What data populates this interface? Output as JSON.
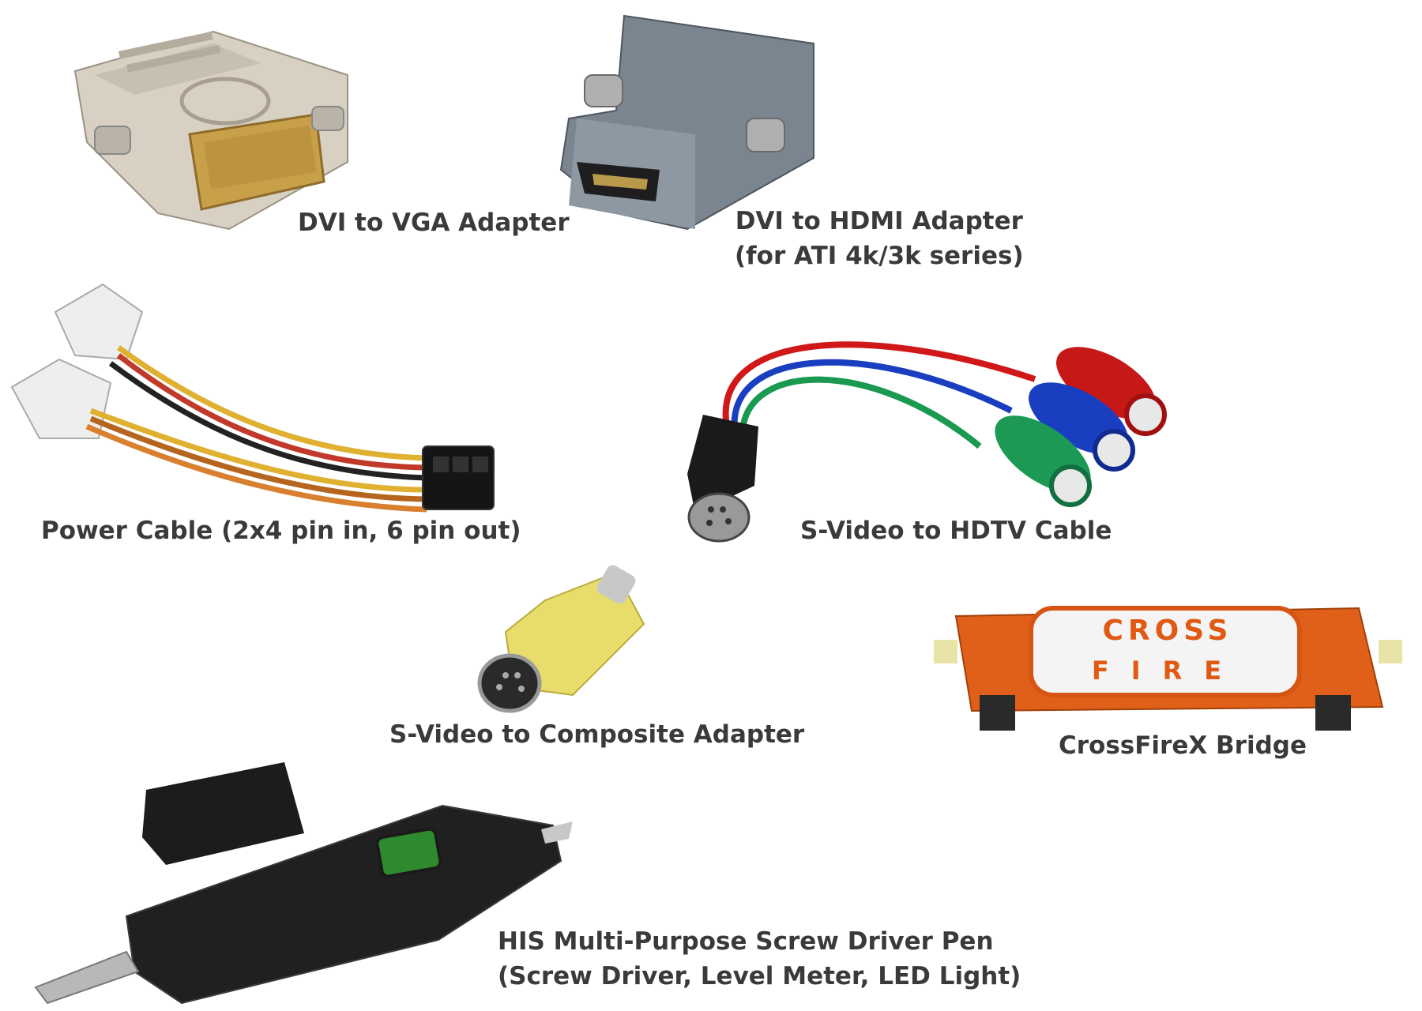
{
  "items": [
    {
      "id": "dvi-vga",
      "lines": [
        "DVI to VGA Adapter"
      ]
    },
    {
      "id": "dvi-hdmi",
      "lines": [
        "DVI to HDMI Adapter",
        "(for ATI 4k/3k series)"
      ]
    },
    {
      "id": "power-cable",
      "lines": [
        "Power Cable (2x4 pin in, 6 pin out)"
      ]
    },
    {
      "id": "svideo-hdtv",
      "lines": [
        "S-Video to HDTV Cable"
      ]
    },
    {
      "id": "svideo-composite",
      "lines": [
        "S-Video to Composite Adapter"
      ]
    },
    {
      "id": "crossfire",
      "lines": [
        "CrossFireX Bridge"
      ]
    },
    {
      "id": "screwdriver",
      "lines": [
        "HIS Multi-Purpose Screw Driver Pen",
        "(Screw Driver, Level Meter, LED Light)"
      ]
    }
  ],
  "bridge_logo": {
    "top": "CROSS",
    "bottom": "FIRE"
  }
}
